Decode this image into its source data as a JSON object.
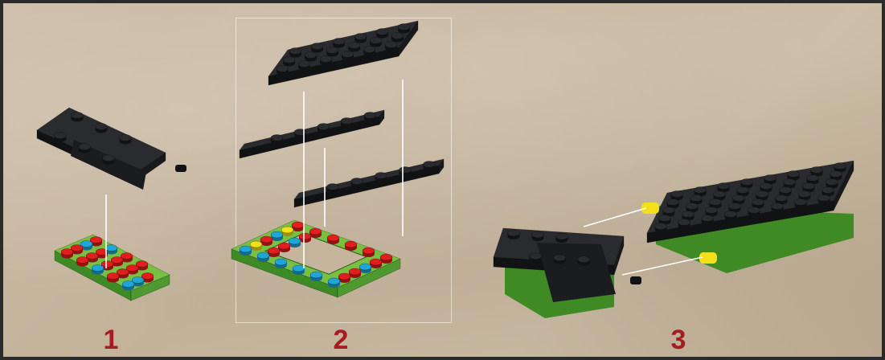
{
  "colors": {
    "black_plate": "#1e1f22",
    "black_top": "#2a2b2f",
    "black_side": "#111214",
    "green_plate": "#77c043",
    "green_side": "#3e8a24",
    "stud_red": "#e01e1e",
    "stud_blue": "#1fa6d6",
    "stud_yellow": "#f2e01a",
    "number": "#a51c24",
    "guide_line": "#ffffff"
  },
  "steps": [
    {
      "number": "1",
      "icon": "step-1-hinge-plate-on-green-base"
    },
    {
      "number": "2",
      "icon": "step-2-black-plates-on-green-frame"
    },
    {
      "number": "3",
      "icon": "step-3-hinge-assembly-joined"
    }
  ]
}
